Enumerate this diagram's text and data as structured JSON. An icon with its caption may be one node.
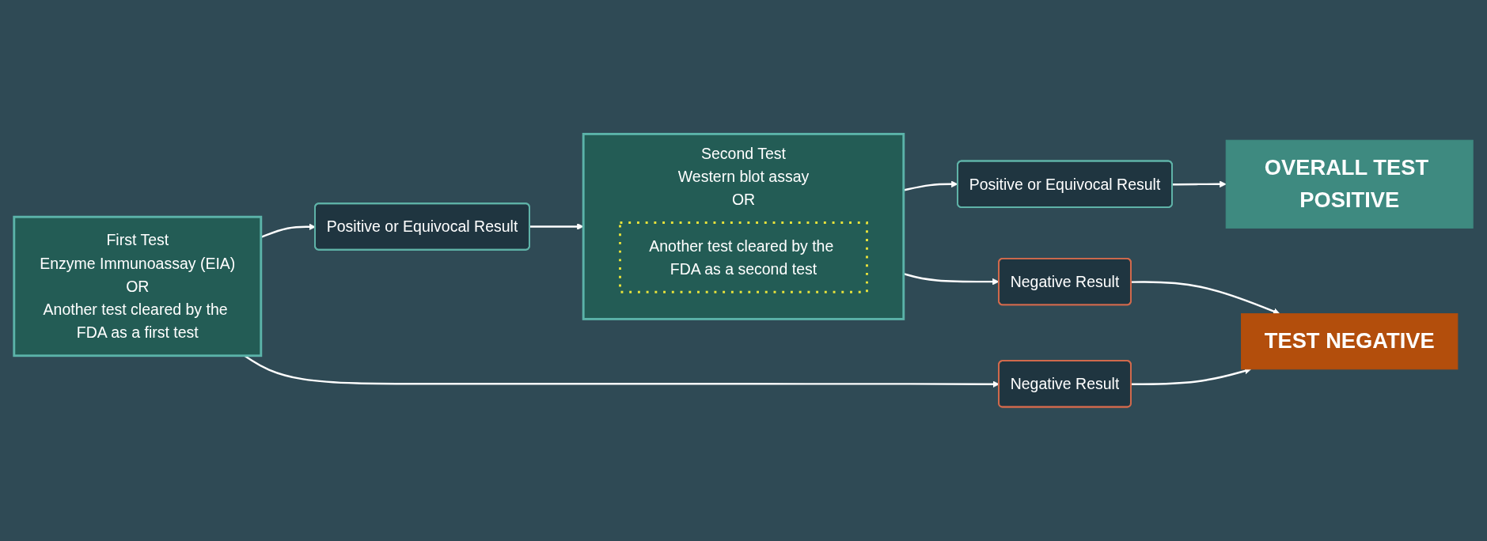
{
  "diagram": {
    "nodes": [
      {
        "text": [
          "First Test",
          "Enzyme Immunoassay (EIA)",
          "OR",
          "Another test cleared by the FDA as a first test"
        ]
      },
      {
        "text": [
          "Positive or Equivocal Result"
        ]
      },
      {
        "text": [
          "Negative Result"
        ]
      },
      {
        "text": [
          "Second Test",
          "Western blot assay",
          "OR"
        ]
      },
      {
        "text": [
          "Another test cleared by the FDA as a second test"
        ],
        "in": 3
      },
      {
        "text": [
          "Positive or Equivocal Result"
        ]
      },
      {
        "text": [
          "Negative Result"
        ]
      },
      {
        "text": [
          "OVERALL TEST POSITIVE"
        ]
      },
      {
        "text": [
          "TEST NEGATIVE"
        ]
      }
    ],
    "edges": [
      {
        "from": 0,
        "to": 1,
        "arrow": "to"
      },
      {
        "from": 0,
        "to": 2,
        "arrow": "to"
      },
      {
        "from": 1,
        "to": 3,
        "arrow": "to"
      },
      {
        "from": 3,
        "to": 5,
        "arrow": "to"
      },
      {
        "from": 3,
        "to": 6,
        "arrow": "to"
      },
      {
        "from": 5,
        "to": 7,
        "arrow": "to"
      },
      {
        "from": 2,
        "to": 8,
        "arrow": "to"
      },
      {
        "from": 6,
        "to": 8,
        "arrow": "to"
      }
    ]
  }
}
